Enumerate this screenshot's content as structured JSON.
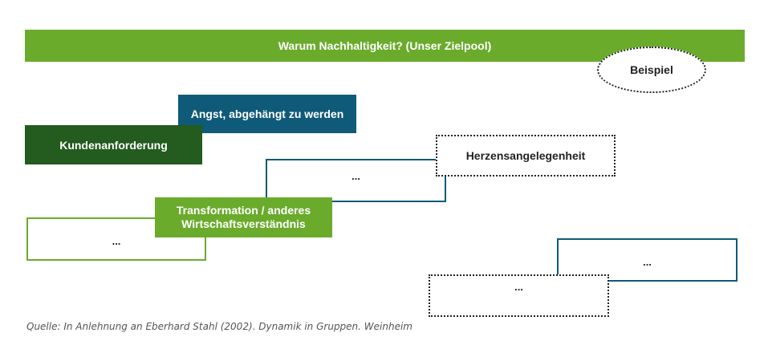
{
  "title": "Warum Nachhaltigkeit? (Unser Zielpool)",
  "badge": "Beispiel",
  "boxes": {
    "angst": "Angst, abgehängt zu werden",
    "kunden": "Kundenanforderung",
    "herz": "Herzensangelegenheit",
    "transform_line1": "Transformation / anderes",
    "transform_line2": "Wirtschaftsverständnis",
    "placeholder_blue_1": "...",
    "placeholder_green": "...",
    "placeholder_blue_2": "...",
    "placeholder_dotted": "..."
  },
  "source": "Quelle: In Anlehnung an Eberhard Stahl (2002). Dynamik in Gruppen. Weinheim",
  "colors": {
    "green": "#6aab2c",
    "dark_green": "#245b1e",
    "blue": "#0f5a78"
  }
}
